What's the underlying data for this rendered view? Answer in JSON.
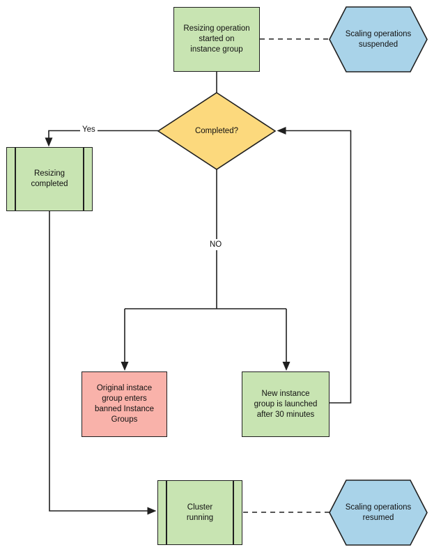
{
  "diagram": {
    "colors": {
      "process_green": "#c8e4b2",
      "decision_yellow": "#fcd97d",
      "warning_red": "#f9b2aa",
      "event_blue": "#a9d3e9",
      "line": "#1f1f1f"
    },
    "nodes": {
      "start": {
        "shape": "rectangle",
        "label": "Resizing operation\nstarted on\ninstance group"
      },
      "suspended": {
        "shape": "hexagon",
        "label": "Scaling operations\nsuspended"
      },
      "decision": {
        "shape": "diamond",
        "label": "Completed?"
      },
      "resizing_completed": {
        "shape": "predefined-process",
        "label": "Resizing\ncompleted"
      },
      "banned_group": {
        "shape": "rectangle",
        "label": "Original instace\ngroup enters\nbanned Instance\nGroups"
      },
      "new_group": {
        "shape": "rectangle",
        "label": "New instance\ngroup is launched\nafter 30 minutes"
      },
      "cluster_running": {
        "shape": "predefined-process",
        "label": "Cluster\nrunning"
      },
      "resumed": {
        "shape": "hexagon",
        "label": "Scaling operations\nresumed"
      }
    },
    "edge_labels": {
      "yes": "Yes",
      "no": "NO"
    }
  }
}
